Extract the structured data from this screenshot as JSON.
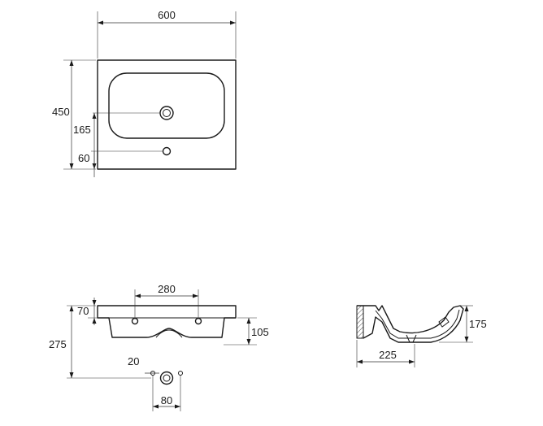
{
  "dimensions": {
    "top_width": "600",
    "top_depth": "450",
    "top_drain_offset": "165",
    "top_tap_offset": "60",
    "front_holes_spacing": "280",
    "front_rim_height": "70",
    "front_total_height": "275",
    "front_bowl_height": "105",
    "front_small_gap": "20",
    "front_fixing_width": "80",
    "side_height": "175",
    "side_depth": "225"
  }
}
